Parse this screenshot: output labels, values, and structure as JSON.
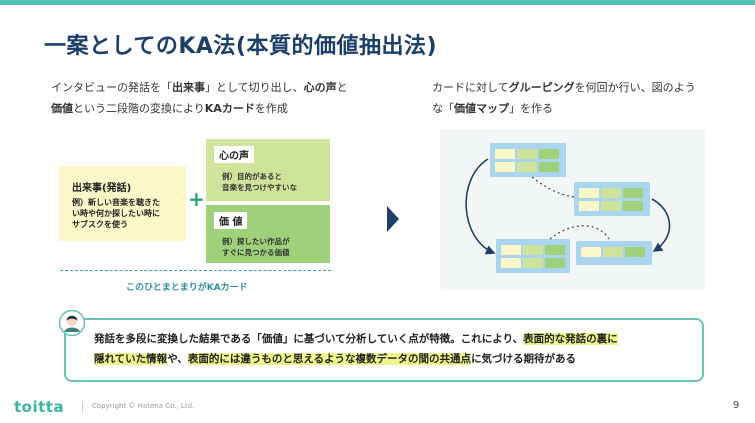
{
  "slide": {
    "title": "一案としてのKA法(本質的価値抽出法)",
    "page_number": "9",
    "accent_color": "#4fc1b0",
    "title_color": "#1b3f66"
  },
  "left_description": {
    "line1_a": "インタビューの発話を「",
    "line1_b": "出来事",
    "line1_c": "」として切り出し、",
    "line1_d": "心の声",
    "line1_e": "と",
    "line2_a": "価値",
    "line2_b": "という二段階の変換により",
    "line2_c": "KAカード",
    "line2_d": "を作成"
  },
  "right_description": {
    "line1_a": "カードに対して",
    "line1_b": "グルーピング",
    "line1_c": "を何回か行い、図のよう",
    "line2_a": "な「",
    "line2_b": "価値マップ",
    "line2_c": "」を作る"
  },
  "ka_card": {
    "event_title": "出来事(発話)",
    "event_body_1": "例）新しい音楽を聴きた",
    "event_body_2": "い時や何か探したい時に",
    "event_body_3": "サブスクを使う",
    "plus": "+",
    "heart_title": "心の声",
    "heart_body_1": "例）目的があると",
    "heart_body_2": "音楽を見つけやすいな",
    "value_title": "価 値",
    "value_body_1": "例）探したい作品が",
    "value_body_2": "すぐに見つかる価値",
    "caption": "このひとまとまりがKAカード"
  },
  "note": {
    "line1_a": "発話を多段に変換した結果である「",
    "line1_b": "価値",
    "line1_c": "」に基づいて分析していく点が特徴。これにより、",
    "line1_d": "表面的な発話の裏に",
    "line2_a": "隠れていた情報",
    "line2_b": "や、",
    "line2_c": "表面的には違うものと思えるような複数データの間の共通点",
    "line2_d": "に気づける期待がある"
  },
  "footer": {
    "logo": "toitta",
    "copyright": "Copyright © Hatena Co., Ltd."
  }
}
